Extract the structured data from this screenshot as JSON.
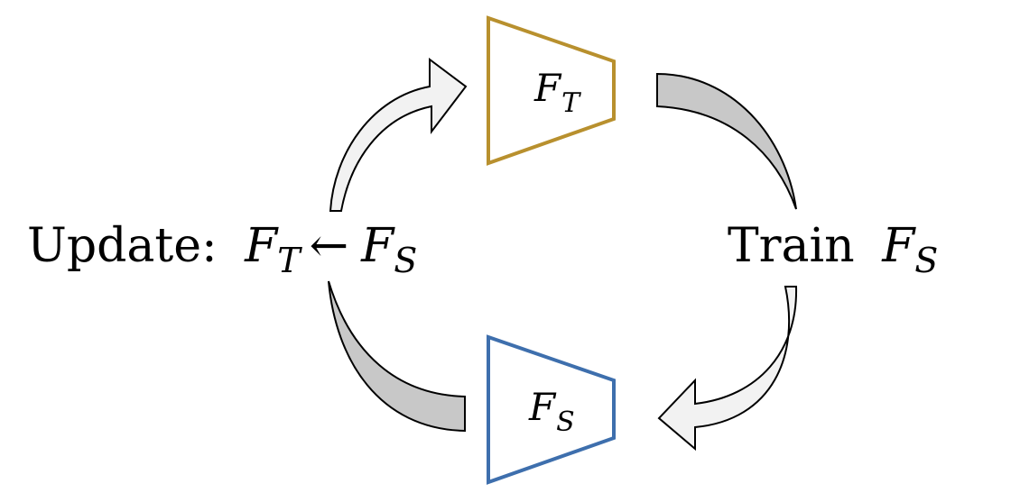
{
  "diagram": {
    "teacher": {
      "symbol": "F",
      "subscript": "T",
      "border_color": "#B8902E"
    },
    "student": {
      "symbol": "F",
      "subscript": "S",
      "border_color": "#3E6FAD"
    },
    "left_label": {
      "text": "Update:",
      "lhs_symbol": "F",
      "lhs_subscript": "T",
      "arrow": "←",
      "rhs_symbol": "F",
      "rhs_subscript": "S"
    },
    "right_label": {
      "text": "Train",
      "symbol": "F",
      "subscript": "S"
    },
    "colors": {
      "dark_arrow_fill": "#C8C8C8",
      "light_arrow_fill": "#F2F2F2",
      "stroke": "#000000"
    }
  }
}
